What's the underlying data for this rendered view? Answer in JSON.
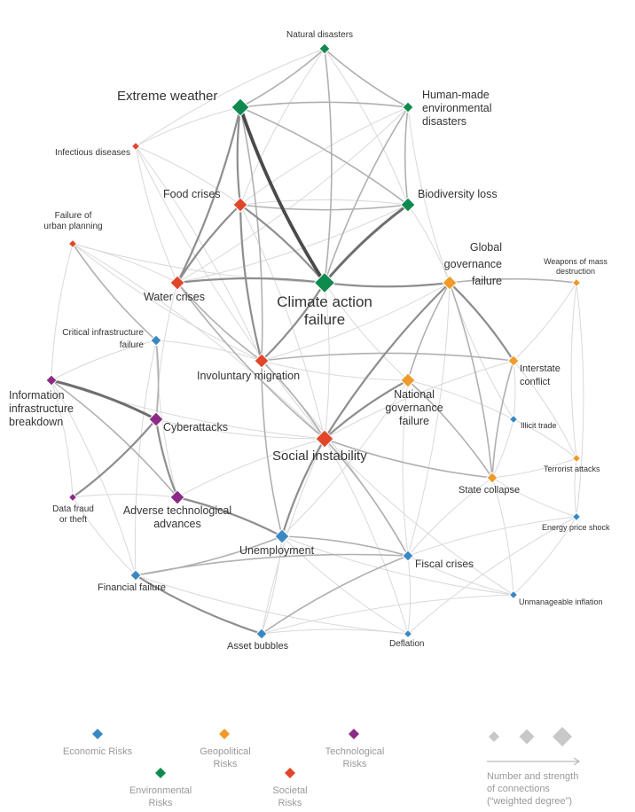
{
  "colors": {
    "economic": "#3a88c3",
    "environmental": "#0e8a4f",
    "geopolitical": "#ef9a2b",
    "societal": "#e2462a",
    "technological": "#8c2a86",
    "legend_gray": "#c8c8c8"
  },
  "nodes": [
    {
      "id": "natural",
      "label": "Natural disasters",
      "cat": "environmental",
      "size": 2
    },
    {
      "id": "extreme",
      "label": "Extreme weather",
      "cat": "environmental",
      "size": 4
    },
    {
      "id": "human",
      "label": "Human-made environmental disasters",
      "cat": "environmental",
      "size": 2
    },
    {
      "id": "infectious",
      "label": "Infectious diseases",
      "cat": "societal",
      "size": 1
    },
    {
      "id": "food",
      "label": "Food crises",
      "cat": "societal",
      "size": 3
    },
    {
      "id": "biodiv",
      "label": "Biodiversity loss",
      "cat": "environmental",
      "size": 3
    },
    {
      "id": "urban",
      "label": "Failure of urban planning",
      "cat": "societal",
      "size": 1
    },
    {
      "id": "water",
      "label": "Water crises",
      "cat": "societal",
      "size": 3
    },
    {
      "id": "climate",
      "label": "Climate action failure",
      "cat": "environmental",
      "size": 5
    },
    {
      "id": "global",
      "label": "Global governance failure",
      "cat": "geopolitical",
      "size": 3
    },
    {
      "id": "wmd",
      "label": "Weapons of mass destruction",
      "cat": "geopolitical",
      "size": 1
    },
    {
      "id": "critical",
      "label": "Critical infrastructure failure",
      "cat": "economic",
      "size": 2
    },
    {
      "id": "migration",
      "label": "Involuntary migration",
      "cat": "societal",
      "size": 3
    },
    {
      "id": "interstate",
      "label": "Interstate conflict",
      "cat": "geopolitical",
      "size": 2
    },
    {
      "id": "info",
      "label": "Information infrastructure breakdown",
      "cat": "technological",
      "size": 2
    },
    {
      "id": "national",
      "label": "National governance failure",
      "cat": "geopolitical",
      "size": 3
    },
    {
      "id": "illicit",
      "label": "Illicit trade",
      "cat": "economic",
      "size": 1
    },
    {
      "id": "cyber",
      "label": "Cyberattacks",
      "cat": "technological",
      "size": 3
    },
    {
      "id": "social",
      "label": "Social instability",
      "cat": "societal",
      "size": 4
    },
    {
      "id": "terrorist",
      "label": "Terrorist attacks",
      "cat": "geopolitical",
      "size": 1
    },
    {
      "id": "state",
      "label": "State collapse",
      "cat": "geopolitical",
      "size": 2
    },
    {
      "id": "fraud",
      "label": "Data fraud or theft",
      "cat": "technological",
      "size": 1
    },
    {
      "id": "adverse",
      "label": "Adverse technological advances",
      "cat": "technological",
      "size": 3
    },
    {
      "id": "energy",
      "label": "Energy price shock",
      "cat": "economic",
      "size": 1
    },
    {
      "id": "unemployment",
      "label": "Unemployment",
      "cat": "economic",
      "size": 3
    },
    {
      "id": "fiscal",
      "label": "Fiscal crises",
      "cat": "economic",
      "size": 2
    },
    {
      "id": "financial",
      "label": "Financial failure",
      "cat": "economic",
      "size": 2
    },
    {
      "id": "inflation",
      "label": "Unmanageable inflation",
      "cat": "economic",
      "size": 1
    },
    {
      "id": "asset",
      "label": "Asset bubbles",
      "cat": "economic",
      "size": 2
    },
    {
      "id": "deflation",
      "label": "Deflation",
      "cat": "economic",
      "size": 1
    }
  ],
  "edges": [
    [
      "extreme",
      "climate",
      5
    ],
    [
      "biodiv",
      "climate",
      4
    ],
    [
      "info",
      "cyber",
      4
    ],
    [
      "extreme",
      "food",
      3
    ],
    [
      "extreme",
      "water",
      3
    ],
    [
      "food",
      "water",
      3
    ],
    [
      "food",
      "climate",
      3
    ],
    [
      "food",
      "migration",
      3
    ],
    [
      "water",
      "climate",
      3
    ],
    [
      "climate",
      "global",
      3
    ],
    [
      "global",
      "interstate",
      3
    ],
    [
      "global",
      "social",
      3
    ],
    [
      "social",
      "national",
      3
    ],
    [
      "social",
      "unemployment",
      3
    ],
    [
      "cyber",
      "fraud",
      3
    ],
    [
      "cyber",
      "adverse",
      3
    ],
    [
      "adverse",
      "unemployment",
      3
    ],
    [
      "financial",
      "asset",
      3
    ],
    [
      "climate",
      "migration",
      3
    ],
    [
      "urban",
      "critical",
      2
    ],
    [
      "natural",
      "extreme",
      2
    ],
    [
      "natural",
      "human",
      2
    ],
    [
      "extreme",
      "human",
      2
    ],
    [
      "human",
      "biodiv",
      2
    ],
    [
      "extreme",
      "biodiv",
      2
    ],
    [
      "food",
      "biodiv",
      2
    ],
    [
      "migration",
      "interstate",
      2
    ],
    [
      "water",
      "migration",
      2
    ],
    [
      "unemployment",
      "fiscal",
      2
    ],
    [
      "fiscal",
      "asset",
      2
    ],
    [
      "financial",
      "fiscal",
      2
    ],
    [
      "global",
      "national",
      2
    ],
    [
      "global",
      "state",
      2
    ],
    [
      "social",
      "state",
      2
    ],
    [
      "natural",
      "climate",
      2
    ],
    [
      "human",
      "climate",
      2
    ],
    [
      "extreme",
      "migration",
      2
    ],
    [
      "water",
      "social",
      2
    ],
    [
      "migration",
      "social",
      2
    ],
    [
      "cyber",
      "critical",
      2
    ],
    [
      "info",
      "adverse",
      2
    ],
    [
      "migration",
      "unemployment",
      2
    ],
    [
      "social",
      "fiscal",
      2
    ],
    [
      "financial",
      "unemployment",
      2
    ],
    [
      "global",
      "wmd",
      2
    ],
    [
      "interstate",
      "state",
      2
    ],
    [
      "national",
      "state",
      2
    ],
    [
      "urban",
      "water",
      1
    ],
    [
      "urban",
      "climate",
      1
    ],
    [
      "infectious",
      "food",
      1
    ],
    [
      "infectious",
      "water",
      1
    ],
    [
      "infectious",
      "migration",
      1
    ],
    [
      "infectious",
      "social",
      1
    ],
    [
      "infectious",
      "natural",
      1
    ],
    [
      "critical",
      "info",
      1
    ],
    [
      "critical",
      "migration",
      1
    ],
    [
      "info",
      "social",
      1
    ],
    [
      "fraud",
      "adverse",
      1
    ],
    [
      "fraud",
      "financial",
      1
    ],
    [
      "asset",
      "deflation",
      1
    ],
    [
      "deflation",
      "fiscal",
      1
    ],
    [
      "inflation",
      "fiscal",
      1
    ],
    [
      "inflation",
      "energy",
      1
    ],
    [
      "energy",
      "state",
      1
    ],
    [
      "energy",
      "fiscal",
      1
    ],
    [
      "terrorist",
      "state",
      1
    ],
    [
      "terrorist",
      "interstate",
      1
    ],
    [
      "illicit",
      "state",
      1
    ],
    [
      "illicit",
      "national",
      1
    ],
    [
      "wmd",
      "interstate",
      1
    ],
    [
      "wmd",
      "terrorist",
      1
    ],
    [
      "national",
      "migration",
      1
    ],
    [
      "biodiv",
      "food",
      1
    ],
    [
      "biodiv",
      "water",
      1
    ],
    [
      "natural",
      "food",
      1
    ],
    [
      "human",
      "water",
      1
    ],
    [
      "human",
      "food",
      1
    ],
    [
      "global",
      "migration",
      1
    ],
    [
      "interstate",
      "social",
      1
    ],
    [
      "unemployment",
      "asset",
      1
    ],
    [
      "unemployment",
      "deflation",
      1
    ],
    [
      "fiscal",
      "state",
      1
    ],
    [
      "social",
      "asset",
      1
    ],
    [
      "social",
      "deflation",
      1
    ],
    [
      "social",
      "inflation",
      1
    ],
    [
      "national",
      "unemployment",
      1
    ],
    [
      "cyber",
      "social",
      1
    ],
    [
      "adverse",
      "social",
      1
    ],
    [
      "critical",
      "adverse",
      1
    ],
    [
      "info",
      "financial",
      1
    ],
    [
      "urban",
      "info",
      1
    ],
    [
      "wmd",
      "energy",
      1
    ],
    [
      "terrorist",
      "energy",
      1
    ],
    [
      "illicit",
      "terrorist",
      1
    ],
    [
      "financial",
      "deflation",
      1
    ],
    [
      "global",
      "fiscal",
      1
    ],
    [
      "climate",
      "national",
      1
    ],
    [
      "climate",
      "social",
      1
    ],
    [
      "water",
      "cyber",
      1
    ],
    [
      "food",
      "social",
      1
    ],
    [
      "extreme",
      "infectious",
      1
    ],
    [
      "natural",
      "biodiv",
      1
    ],
    [
      "human",
      "global",
      1
    ],
    [
      "biodiv",
      "global",
      1
    ],
    [
      "urban",
      "migration",
      1
    ],
    [
      "info",
      "fraud",
      1
    ],
    [
      "critical",
      "financial",
      1
    ],
    [
      "migration",
      "fiscal",
      1
    ],
    [
      "national",
      "fiscal",
      1
    ],
    [
      "interstate",
      "illicit",
      1
    ],
    [
      "global",
      "illicit",
      1
    ],
    [
      "state",
      "inflation",
      1
    ],
    [
      "unemployment",
      "inflation",
      1
    ],
    [
      "asset",
      "inflation",
      1
    ],
    [
      "energy",
      "deflation",
      1
    ],
    [
      "urban",
      "social",
      1
    ]
  ],
  "legend": {
    "economic": "Economic Risks",
    "environmental": "Environmental Risks",
    "geopolitical": "Geopolitical Risks",
    "societal": "Societal Risks",
    "technological": "Technological Risks",
    "size_caption_1": "Number and strength",
    "size_caption_2": "of connections",
    "size_caption_3": "(“weighted degree”)"
  },
  "labels": {
    "natural": "Natural disasters",
    "extreme": "Extreme weather",
    "human_1": "Human-made",
    "human_2": "environmental",
    "human_3": "disasters",
    "infectious": "Infectious diseases",
    "food": "Food crises",
    "biodiv": "Biodiversity loss",
    "urban_1": "Failure of",
    "urban_2": "urban planning",
    "water": "Water crises",
    "climate_1": "Climate action",
    "climate_2": "failure",
    "global_1": "Global",
    "global_2": "governance",
    "global_3": "failure",
    "wmd_1": "Weapons of mass",
    "wmd_2": "destruction",
    "critical_1": "Critical infrastructure",
    "critical_2": "failure",
    "migration": "Involuntary migration",
    "interstate_1": "Interstate",
    "interstate_2": "conflict",
    "info_1": "Information",
    "info_2": "infrastructure",
    "info_3": "breakdown",
    "national_1": "National",
    "national_2": "governance",
    "national_3": "failure",
    "illicit": "Illicit trade",
    "cyber": "Cyberattacks",
    "social": "Social instability",
    "terrorist": "Terrorist attacks",
    "state": "State collapse",
    "fraud_1": "Data fraud",
    "fraud_2": "or theft",
    "adverse_1": "Adverse technological",
    "adverse_2": "advances",
    "energy": "Energy price shock",
    "unemployment": "Unemployment",
    "fiscal": "Fiscal crises",
    "financial": "Financial failure",
    "inflation": "Unmanageable inflation",
    "asset": "Asset bubbles",
    "deflation": "Deflation"
  }
}
